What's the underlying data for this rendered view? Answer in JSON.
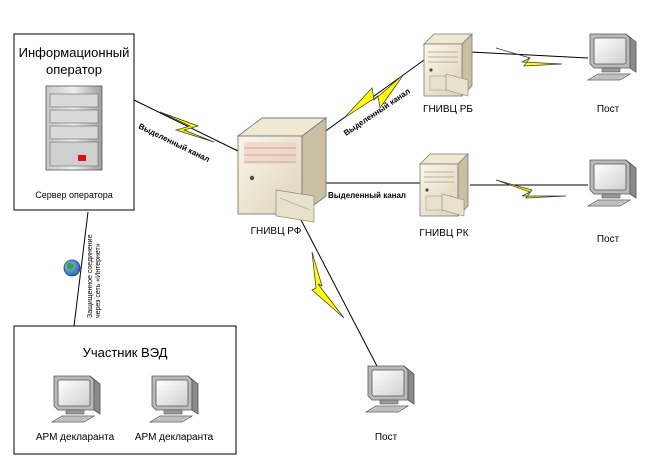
{
  "operator_box": {
    "title_line1": "Информационный",
    "title_line2": "оператор",
    "server_caption": "Сервер оператора"
  },
  "participant_box": {
    "title": "Участник ВЭД",
    "workstation_1": "АРМ декларанта",
    "workstation_2": "АРМ декларанта"
  },
  "nodes": {
    "center": "ГНИВЦ РФ",
    "rb": "ГНИВЦ РБ",
    "rk": "ГНИВЦ РК"
  },
  "posts": {
    "top": "Пост",
    "middle": "Пост",
    "bottom": "Пост"
  },
  "links": {
    "operator_center": "Выделенный канал",
    "center_rb": "Выделенный канал",
    "center_rk": "Выделенный канал",
    "internet_line1": "Защищенное соединение",
    "internet_line2": "через сеть «Интернет»"
  },
  "colors": {
    "lightning": "#ffff00",
    "lightning_stroke": "#333333",
    "server_front": "#f2ebd8",
    "monitor_gray": "#9a9a9a",
    "globe_blue": "#1e5bc6",
    "globe_green": "#3aa33a"
  }
}
